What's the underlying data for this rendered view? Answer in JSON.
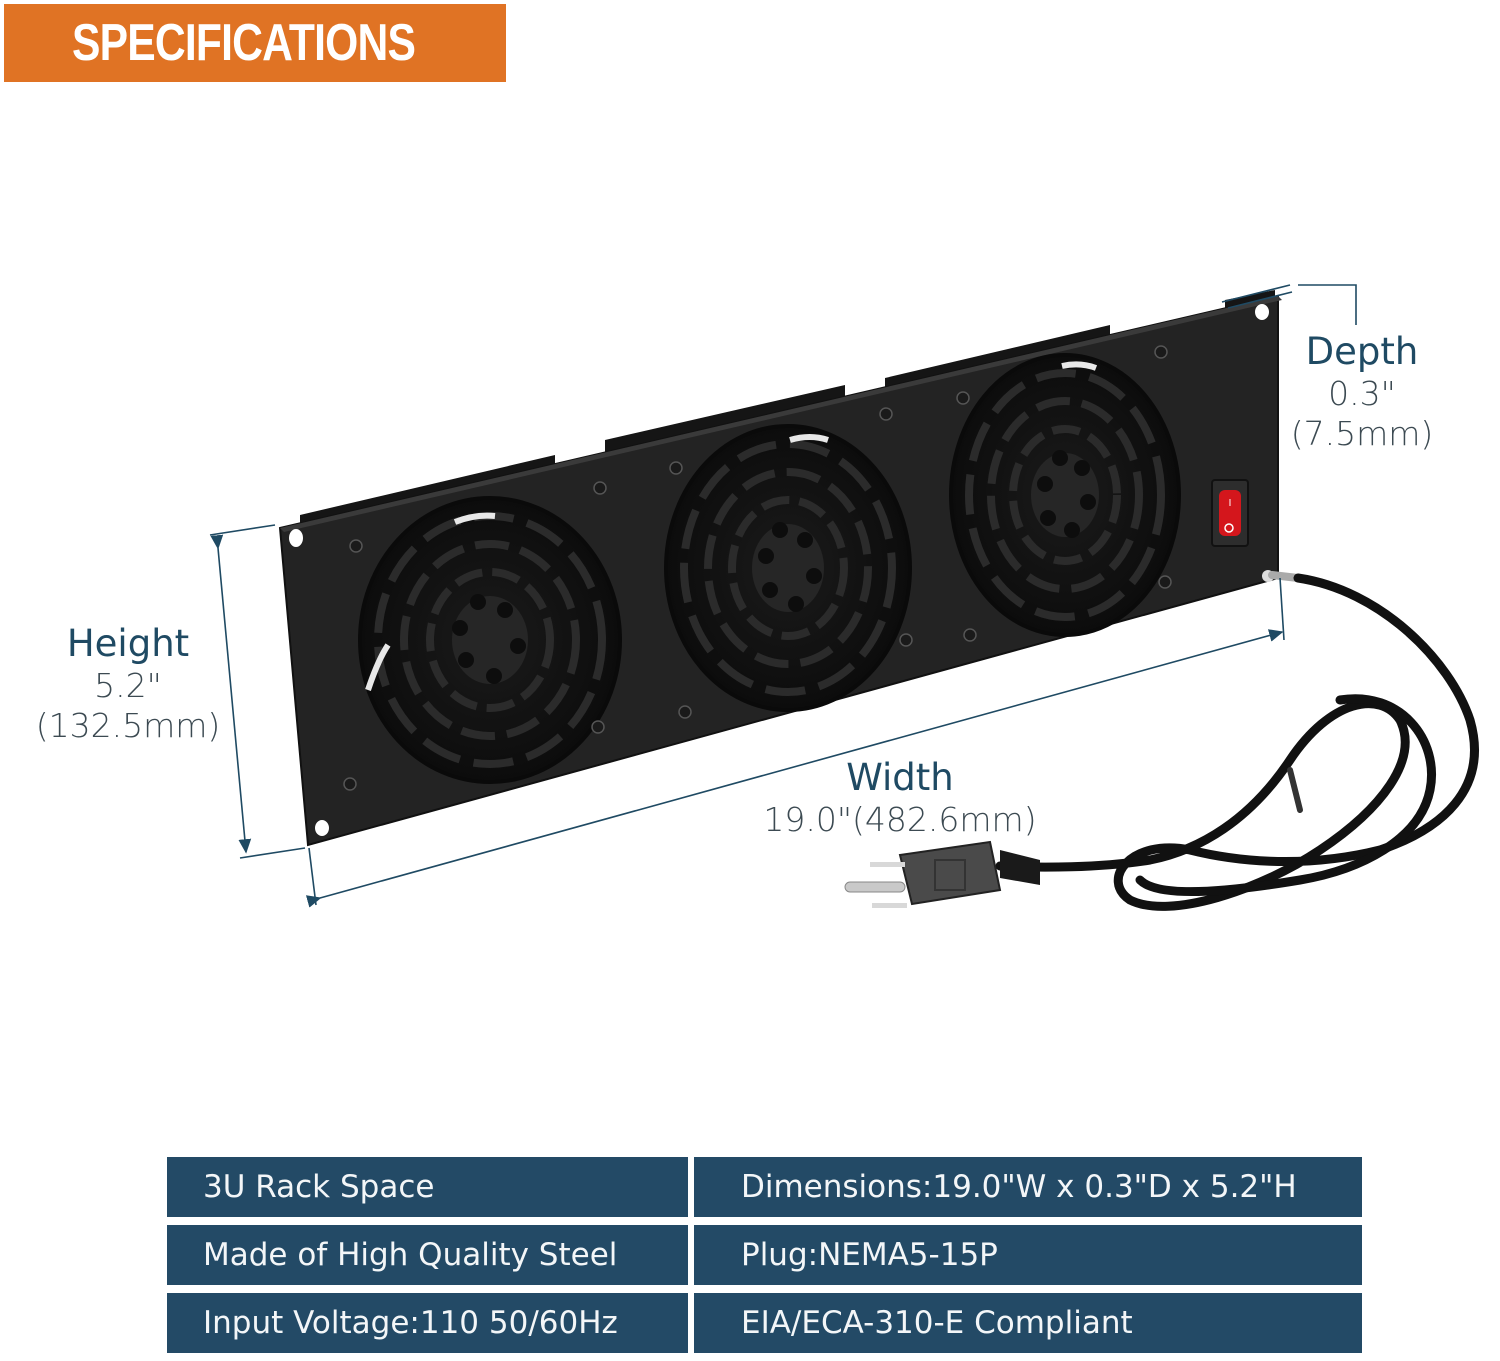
{
  "header": {
    "title": "SPECIFICATIONS",
    "banner_color": "#e07324"
  },
  "product": {
    "name": "3U rack mount fan panel with three fans",
    "fan_count": 3,
    "switch": {
      "color": "#d4161c",
      "marks": [
        "I",
        "O"
      ]
    },
    "plug": "NEMA5-15P 3-prong plug"
  },
  "dimensions": {
    "height": {
      "label": "Height",
      "inches": "5.2\"",
      "mm": "(132.5mm)"
    },
    "width": {
      "label": "Width",
      "value": "19.0\"(482.6mm)"
    },
    "depth": {
      "label": "Depth",
      "inches": "0.3\"",
      "mm": "(7.5mm)"
    },
    "line_color": "#1f4a63"
  },
  "specs": {
    "cell_color": "#234a66",
    "rows": [
      {
        "left": "3U Rack Space",
        "right": "Dimensions:19.0\"W x 0.3\"D x 5.2\"H"
      },
      {
        "left": "Made of High Quality Steel",
        "right": "Plug:NEMA5-15P"
      },
      {
        "left": "Input Voltage:110 50/60Hz",
        "right": "EIA/ECA-310-E Compliant"
      }
    ]
  }
}
